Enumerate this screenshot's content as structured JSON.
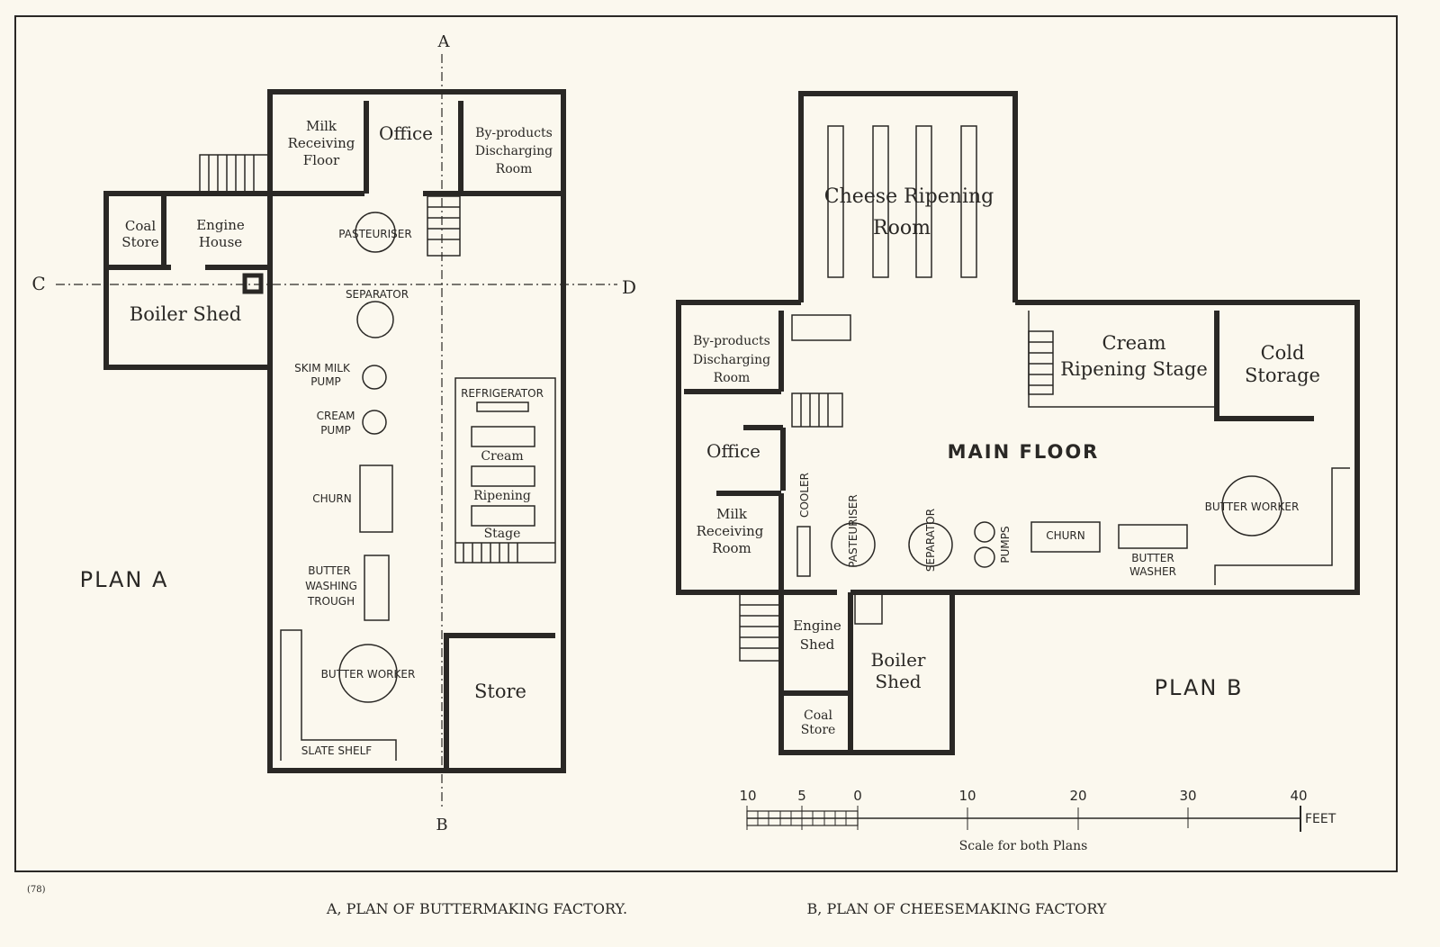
{
  "plan_a": {
    "title": "PLAN A",
    "section_labels": {
      "a": "A",
      "b": "B",
      "c": "C",
      "d": "D"
    },
    "rooms": {
      "milk_receiving": [
        "Milk",
        "Receiving",
        "Floor"
      ],
      "office": "Office",
      "byproducts": [
        "By-products",
        "Discharging",
        "Room"
      ],
      "coal_store": [
        "Coal",
        "Store"
      ],
      "engine_house": [
        "Engine",
        "House"
      ],
      "boiler_shed": "Boiler Shed",
      "store": "Store",
      "cream_ripening": [
        "Cream",
        "Ripening",
        "Stage"
      ]
    },
    "equipment": {
      "pasteuriser": "PASTEURISER",
      "separator": "SEPARATOR",
      "skim_milk_pump": [
        "SKIM MILK",
        "PUMP"
      ],
      "cream_pump": [
        "CREAM",
        "PUMP"
      ],
      "churn": "CHURN",
      "butter_washing_trough": [
        "BUTTER",
        "WASHING",
        "TROUGH"
      ],
      "butter_worker": "BUTTER WORKER",
      "slate_shelf": "SLATE SHELF",
      "refrigerator": "REFRIGERATOR"
    }
  },
  "plan_b": {
    "title": "PLAN B",
    "rooms": {
      "cheese_ripening": [
        "Cheese Ripening",
        "Room"
      ],
      "cream_ripening": [
        "Cream",
        "Ripening Stage"
      ],
      "cold_storage": [
        "Cold",
        "Storage"
      ],
      "byproducts": [
        "By-products",
        "Discharging",
        "Room"
      ],
      "office": "Office",
      "milk_receiving": [
        "Milk",
        "Receiving",
        "Room"
      ],
      "main_floor": "MAIN FLOOR",
      "engine_shed": [
        "Engine",
        "Shed"
      ],
      "boiler_shed": [
        "Boiler",
        "Shed"
      ],
      "coal_store": [
        "Coal",
        "Store"
      ]
    },
    "equipment": {
      "cooler": "COOLER",
      "pasteuriser": "PASTEURISER",
      "separator": "SEPARATOR",
      "pumps": "PUMPS",
      "churn": "CHURN",
      "butter_washer": [
        "BUTTER",
        "WASHER"
      ],
      "butter_worker": "BUTTER WORKER"
    }
  },
  "scale": {
    "ticks": [
      "10",
      "5",
      "0",
      "10",
      "20",
      "30",
      "40"
    ],
    "unit": "FEET",
    "caption": "Scale for both Plans"
  },
  "page_number": "(78)",
  "captions": {
    "a": "A, PLAN OF BUTTERMAKING FACTORY.",
    "b": "B, PLAN OF CHEESEMAKING FACTORY"
  }
}
